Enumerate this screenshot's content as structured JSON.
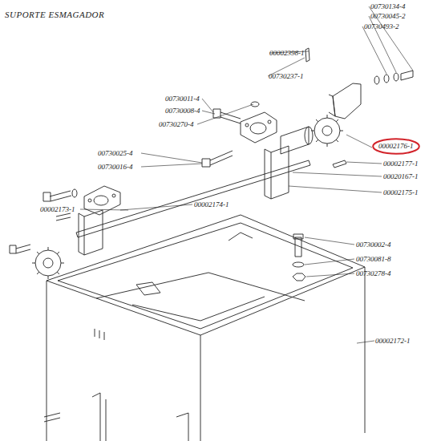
{
  "diagram": {
    "title": "SUPORTE ESMAGADOR",
    "nodes": [
      {
        "text": [
          "00002176-1"
        ]
      }
    ],
    "labels": [
      "00730134-4",
      "00730045-2",
      "00730493-2",
      "00002398-1",
      "00730237-1",
      "00730011-4",
      "00730008-4",
      "00730270-4",
      "00730025-4",
      "00730016-4",
      "00002173-1",
      "00002177-1",
      "00020167-1",
      "00002175-1",
      "00002174-1",
      "00730002-4",
      "00730081-8",
      "00730278-4",
      "00002172-1"
    ]
  }
}
